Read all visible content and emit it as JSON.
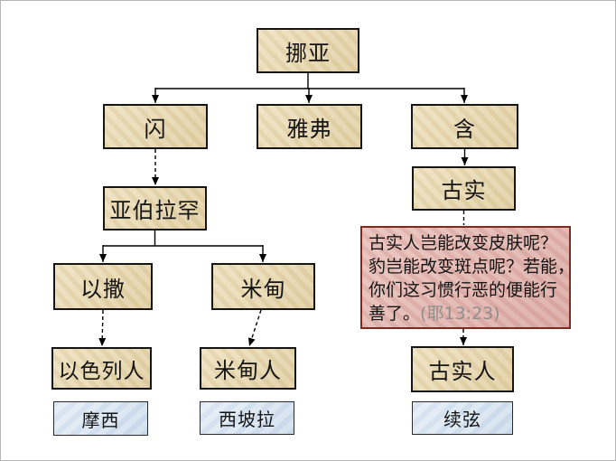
{
  "diagram_type": "genealogy-flowchart",
  "nodes": {
    "noah": {
      "label": "挪亚"
    },
    "shem": {
      "label": "闪"
    },
    "japheth": {
      "label": "雅弗"
    },
    "ham": {
      "label": "含"
    },
    "abraham": {
      "label": "亚伯拉罕"
    },
    "cush": {
      "label": "古实"
    },
    "isaac": {
      "label": "以撒"
    },
    "midian": {
      "label": "米甸"
    },
    "israelites": {
      "label": "以色列人"
    },
    "midianites": {
      "label": "米甸人"
    },
    "cushites": {
      "label": "古实人"
    },
    "moses": {
      "label": "摩西"
    },
    "zipporah": {
      "label": "西坡拉"
    },
    "second_wife": {
      "label": "续弦"
    }
  },
  "quote": {
    "lines": [
      "古实人岂能改变皮肤呢？",
      "豹岂能改变斑点呢？若能，",
      "你们这习惯行恶的便能行",
      "善了。"
    ],
    "citation": "(耶13:23)"
  },
  "colors": {
    "ancestor_node_fill": "#E9DAB3",
    "ancestor_node_border": "#151515",
    "person_node_fill": "#DAE6F2",
    "person_node_border": "#2A2A2A",
    "quote_fill": "#E4B8B2",
    "quote_border": "#7D2B22",
    "citation_text": "#8F8F8F",
    "connector": "#000000",
    "frame_border": "#B5B5B5"
  }
}
